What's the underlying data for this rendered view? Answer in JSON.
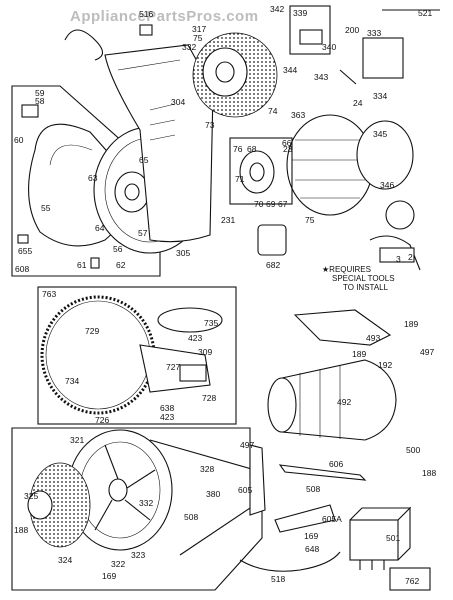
{
  "watermark": "AppliancePartsPros.com",
  "note": {
    "line1": "★REQUIRES",
    "line2": "SPECIAL TOOLS",
    "line3": "TO INSTALL"
  },
  "boxes": {
    "top_left": "608",
    "middle_left": "763",
    "bottom_right": "762"
  },
  "labels": {
    "l516": "516",
    "l304": "304",
    "l317": "317",
    "l75a": "75",
    "l332a": "332",
    "l342": "342",
    "l339": "339",
    "l521": "521",
    "l200": "200",
    "l333": "333",
    "l340": "340",
    "l344": "344",
    "l343": "343",
    "l334": "334",
    "l59": "59",
    "l58": "58",
    "l60": "60",
    "l55": "55",
    "l63": "63",
    "l65": "65",
    "l73": "73",
    "l74": "74",
    "l363": "363",
    "l24": "24",
    "l345": "345",
    "l76": "76",
    "l68": "68",
    "l66": "66",
    "l23": "23",
    "l71": "71",
    "l70": "70",
    "l69": "69",
    "l67": "67",
    "l346": "346",
    "l64": "64",
    "l57": "57",
    "l56": "56",
    "l231": "231",
    "l682": "682",
    "l75b": "75",
    "l655": "655",
    "l61": "61",
    "l62": "62",
    "l305": "305",
    "l729": "729",
    "l735": "735",
    "l734": "734",
    "l423a": "423",
    "l309": "309",
    "l727": "727",
    "l728": "728",
    "l638": "638",
    "l423b": "423",
    "l726": "726",
    "l189a": "189",
    "l493": "493",
    "l497a": "497",
    "l189b": "189",
    "l192": "192",
    "l492": "492",
    "l497b": "497",
    "l500": "500",
    "l606": "606",
    "l188a": "188",
    "l321": "321",
    "l328": "328",
    "l325": "325",
    "l188b": "188",
    "l324": "324",
    "l323": "323",
    "l322": "322",
    "l169a": "169",
    "l332b": "332",
    "l380": "380",
    "l508a": "508",
    "l605": "605",
    "l508b": "508",
    "l605a": "605A",
    "l169b": "169",
    "l648": "648",
    "l518": "518",
    "l501": "501",
    "l3": "3",
    "l2": "2"
  }
}
